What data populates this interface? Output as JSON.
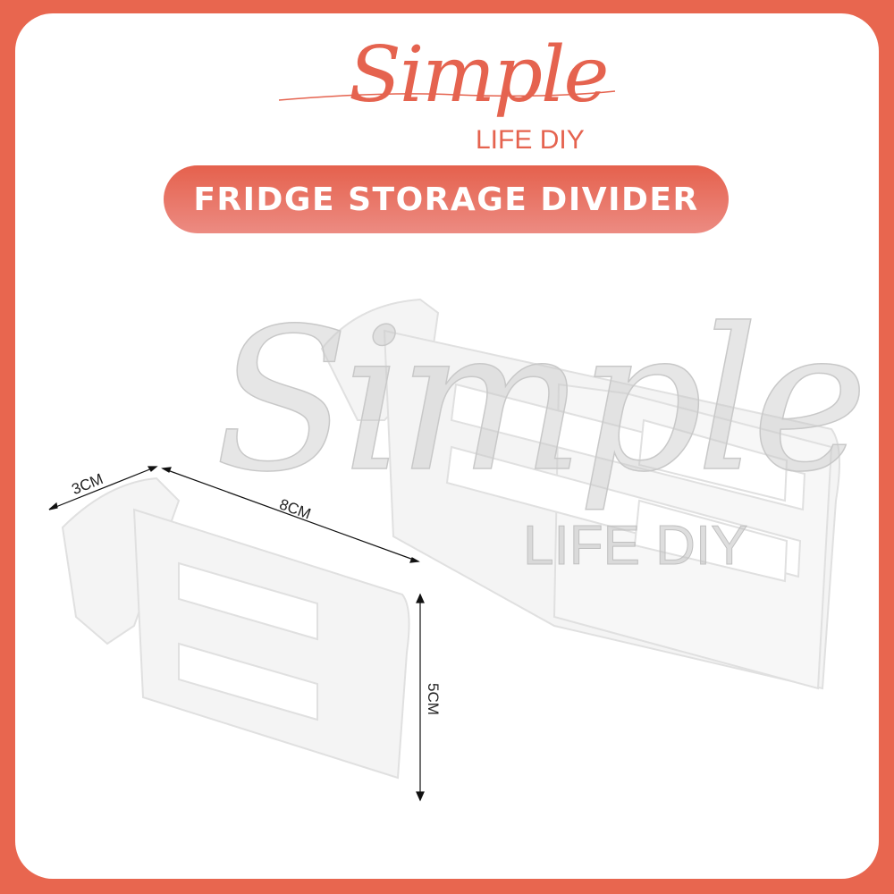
{
  "brand": {
    "script": "Simple",
    "sub": "LIFE DIY"
  },
  "banner": {
    "title": "FRIDGE STORAGE DIVIDER"
  },
  "watermark": {
    "script": "Simple",
    "sub": "LIFE DIY"
  },
  "dimensions": {
    "depth": "3CM",
    "length": "8CM",
    "height": "5CM"
  },
  "colors": {
    "accent": "#e8664f",
    "banner_top": "#e5614d",
    "banner_bottom": "#ec8b82"
  }
}
